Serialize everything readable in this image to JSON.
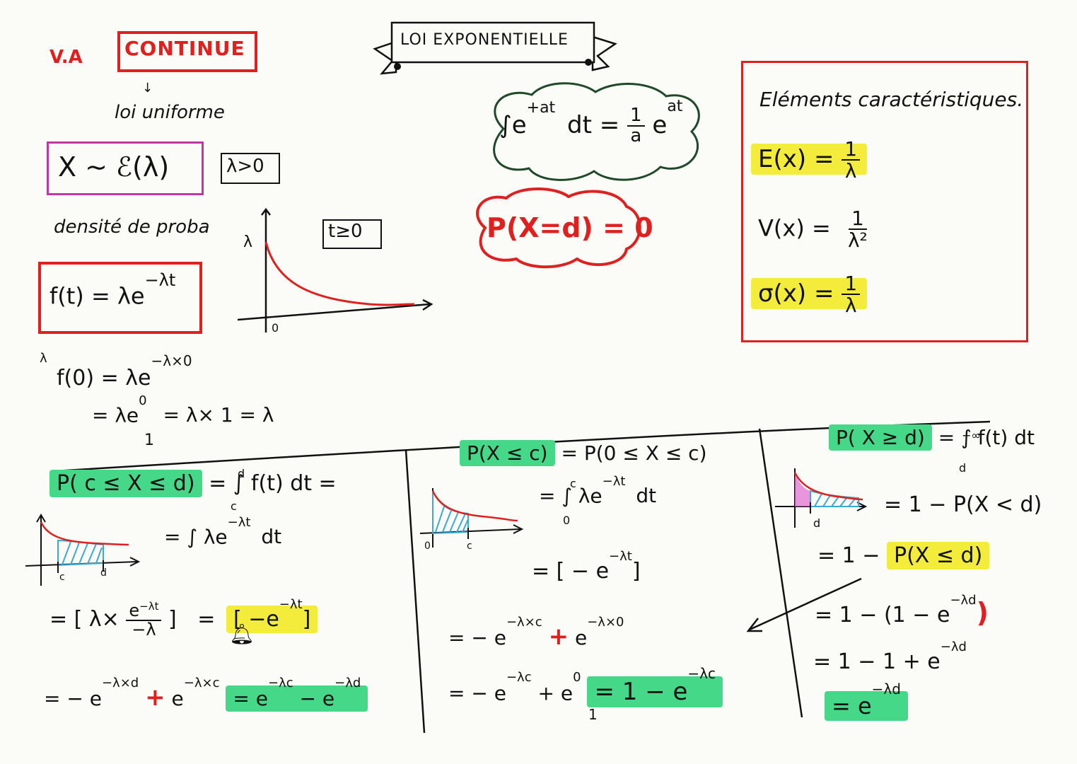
{
  "header": {
    "section": "V.A",
    "continue_label": "CONTINUE",
    "subtitle": "loi uniforme",
    "banner": "LOI EXPONENTIELLE"
  },
  "definition": {
    "law": "X ∼ ℰ(λ)",
    "lambda_cond": "λ>0",
    "density_label": "densité de proba",
    "t_cond": "t≥0",
    "density_formula": "f(t) = λe",
    "density_exp": "−λt",
    "graph_y_label": "λ",
    "graph_x_label": "0"
  },
  "f0": {
    "line1": "f(0) = λe",
    "line1_exp": "−λ×0",
    "line2_a": "= λe",
    "line2_exp": "0",
    "line2_b": "= λ× 1 = λ",
    "under": "1",
    "margin_mark": "λ"
  },
  "integral_cloud": {
    "lhs": "∫e",
    "lhs_exp": "+at",
    "dt": "dt =",
    "frac_num": "1",
    "frac_den": "a",
    "rhs": "e",
    "rhs_exp": "at"
  },
  "point_prob": "P(X=d) = 0",
  "characteristics": {
    "title": "Eléments caractéristiques.",
    "expectation": "E(x) =",
    "expectation_num": "1",
    "expectation_den": "λ",
    "variance": "V(x) =",
    "variance_num": "1",
    "variance_den": "λ²",
    "stddev": "σ(x) =",
    "stddev_num": "1",
    "stddev_den": "λ"
  },
  "col1": {
    "title": "P( c ≤ X ≤ d)",
    "title_rhs": "= ∫ f(t) dt =",
    "lim_top": "d",
    "lim_bot": "c",
    "line2": "= ∫ λe",
    "line2_exp": "−λt",
    "line2_b": "dt",
    "line3_a": "= [ λ×",
    "line3_num": "e",
    "line3_num_exp": "−λt",
    "line3_den": "−λ",
    "line3_b": "]",
    "line3_c": "=",
    "line3_box": "[ −e",
    "line3_box_exp": "−λt",
    "line3_box_end": "]",
    "line4_a": "= − e",
    "line4_exp1": "−λ×d",
    "line4_plus": "+",
    "line4_b": "e",
    "line4_exp2": "−λ×c",
    "line4_res": "= e",
    "line4_res_exp1": "−λc",
    "line4_res_mid": "− e",
    "line4_res_exp2": "−λd",
    "graph_c": "c",
    "graph_d": "d"
  },
  "col2": {
    "title": "P(X ≤ c)",
    "title_rhs": "= P(0 ≤ X ≤ c)",
    "line2": "= ∫ λe",
    "line2_exp": "−λt",
    "line2_b": "dt",
    "lim_top": "c",
    "lim_bot": "0",
    "line3": "= [ − e",
    "line3_exp": "−λt",
    "line3_end": "]",
    "line4_a": "= − e",
    "line4_exp1": "−λ×c",
    "line4_plus": "+",
    "line4_b": "e",
    "line4_exp2": "−λ×0",
    "line5_a": "= − e",
    "line5_exp": "−λc",
    "line5_b": "+ e",
    "line5_b_exp": "0",
    "line5_under": "1",
    "line5_res": "= 1 − e",
    "line5_res_exp": "−λc",
    "graph_0": "0",
    "graph_c": "c"
  },
  "col3": {
    "title": "P( X ≥ d)",
    "title_rhs": "= ∫ f(t) dt",
    "lim_top": "+∞",
    "lim_bot": "d",
    "line2": "= 1 − P(X < d)",
    "line3_a": "= 1 −",
    "line3_hl": "P(X ≤ d)",
    "line4": "= 1 − (1 − e",
    "line4_exp": "−λd",
    "line4_end": ")",
    "line5": "= 1 − 1 + e",
    "line5_exp": "−λd",
    "line6": "= e",
    "line6_exp": "−λd",
    "graph_d": "d"
  },
  "colors": {
    "red": "#e0201e",
    "magenta": "#c2379f",
    "yellow_highlight": "#f3ec3a",
    "green_highlight": "#45d888",
    "ink": "#111111",
    "cloud_green": "#1f4a2a",
    "hatch_blue": "#3aa9d6",
    "shade_pink": "#e06ad0"
  }
}
